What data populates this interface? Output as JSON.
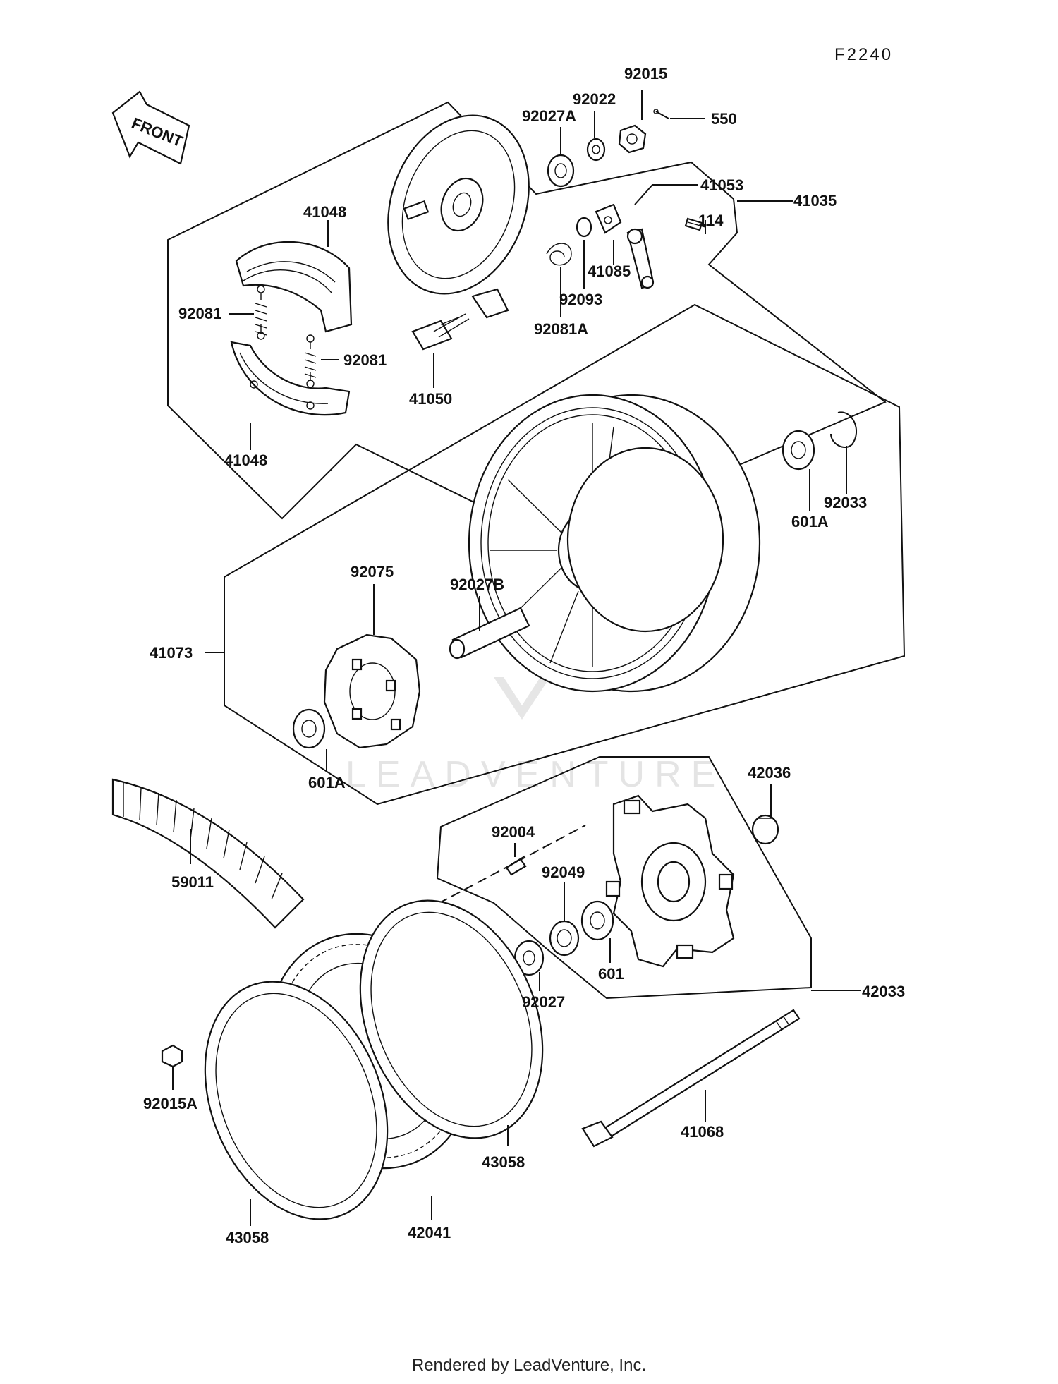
{
  "figure_code": "F2240",
  "front_arrow_text": "FRONT",
  "watermark_text": "LEADVENTURE",
  "footer_text": "Rendered by LeadVenture, Inc.",
  "labels": {
    "p92015": "92015",
    "p92022": "92022",
    "p92027A": "92027A",
    "p550": "550",
    "p41053": "41053",
    "p114": "114",
    "p41035": "41035",
    "p41048_top": "41048",
    "p41048_bottom": "41048",
    "p92081_left": "92081",
    "p92081_right": "92081",
    "p41085": "41085",
    "p92093": "92093",
    "p92081A": "92081A",
    "p41050": "41050",
    "p92033": "92033",
    "p601A_right": "601A",
    "p92075": "92075",
    "p92027B": "92027B",
    "p41073": "41073",
    "p601A_left": "601A",
    "p42036": "42036",
    "p92004": "92004",
    "p92049": "92049",
    "p59011": "59011",
    "p601": "601",
    "p92027": "92027",
    "p42033": "42033",
    "p41068": "41068",
    "p92015A": "92015A",
    "p43058_right": "43058",
    "p43058_left": "43058",
    "p42041": "42041"
  }
}
